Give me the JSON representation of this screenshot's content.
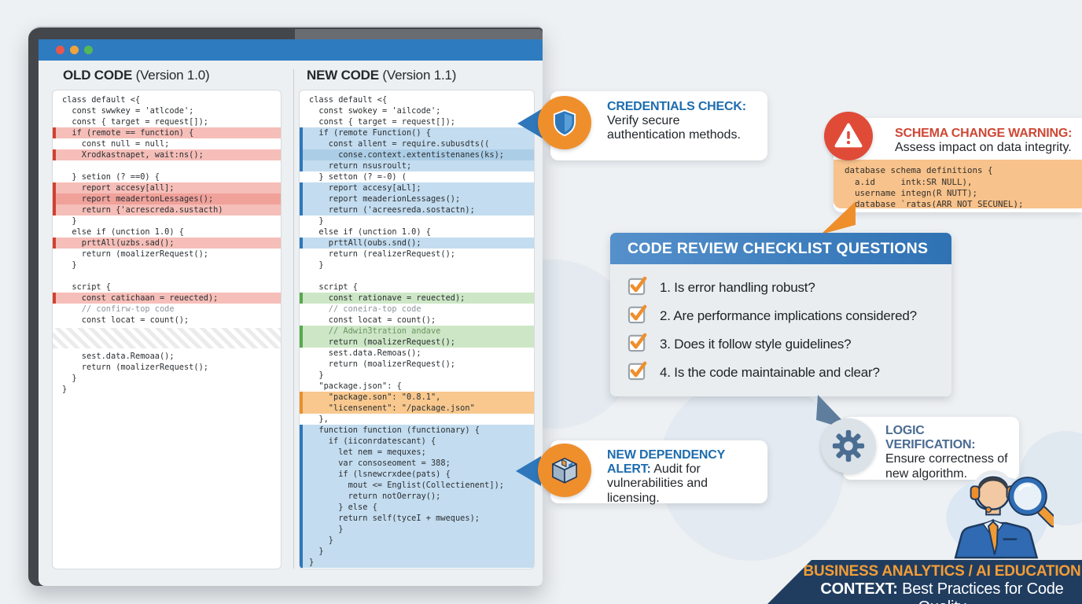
{
  "window": {
    "titlebar": {
      "dot_colors": [
        "#e8574c",
        "#f0a33c",
        "#53b958"
      ]
    },
    "old_panel": {
      "heading_bold": "OLD CODE",
      "heading_rest": " (Version 1.0)",
      "lines": [
        {
          "t": "class default <{"
        },
        {
          "t": "  const swwkey = 'atlcode';"
        },
        {
          "t": "  const { target = request[]);"
        },
        {
          "t": "  if (remote == function) {",
          "h": "red"
        },
        {
          "t": "    const null = null;"
        },
        {
          "t": "    Xrodkastnapet, wait:ns();",
          "h": "red"
        },
        {
          "t": ""
        },
        {
          "t": "  } setion (? ==0) {"
        },
        {
          "t": "    report accesy[all];",
          "h": "red"
        },
        {
          "t": "    report meadertonLessages();",
          "h": "red2"
        },
        {
          "t": "    return {'acrescreda.sustacth)",
          "h": "red"
        },
        {
          "t": "  }"
        },
        {
          "t": "  else if (unction 1.0) {"
        },
        {
          "t": "    prttAll(uzbs.sad();",
          "h": "red"
        },
        {
          "t": "    return (moalizerRequest();"
        },
        {
          "t": "  }"
        },
        {
          "t": ""
        },
        {
          "t": "  script {"
        },
        {
          "t": "    const catichaan = reuected);",
          "h": "red"
        },
        {
          "t": "    // confirw-top code",
          "c": "comment"
        },
        {
          "t": "    const locat = count();"
        },
        {
          "t": "",
          "h": "hatch"
        },
        {
          "t": "    sest.data.Remoaa();"
        },
        {
          "t": "    return (moalizerRequest();"
        },
        {
          "t": "  }"
        },
        {
          "t": "}"
        }
      ]
    },
    "new_panel": {
      "heading_bold": "NEW CODE",
      "heading_rest": " (Version 1.1)",
      "lines": [
        {
          "t": "class default <{"
        },
        {
          "t": "  const swokey = 'ailcode';"
        },
        {
          "t": "  const { target = request[]);"
        },
        {
          "t": "  if (remote Function() {",
          "h": "blue"
        },
        {
          "t": "    const allent = require.subusdts((",
          "h": "blue"
        },
        {
          "t": "      conse.context.extentistenanes(ks);",
          "h": "blue2"
        },
        {
          "t": "    return nsusroult;",
          "h": "blue"
        },
        {
          "t": "  } setton (? =-0) ("
        },
        {
          "t": "    report accesy[aLl];",
          "h": "blue"
        },
        {
          "t": "    report meaderionLessages();",
          "h": "blue"
        },
        {
          "t": "    return ('acreesreda.sostactn);",
          "h": "blue"
        },
        {
          "t": "  }"
        },
        {
          "t": "  else if (unction 1.0) {"
        },
        {
          "t": "    prttAll(oubs.snd();",
          "h": "blue"
        },
        {
          "t": "    return (realizerRequest();"
        },
        {
          "t": "  }"
        },
        {
          "t": ""
        },
        {
          "t": "  script {"
        },
        {
          "t": "    const rationave = reuected);",
          "h": "green"
        },
        {
          "t": "    // coneira-top code",
          "c": "comment"
        },
        {
          "t": "    const locat = count();"
        },
        {
          "t": "    // Adwin3tration andave",
          "h": "green",
          "c": "greencomment"
        },
        {
          "t": "    return (moalizerRequest();",
          "h": "green"
        },
        {
          "t": "    sest.data.Remoas();"
        },
        {
          "t": "    return (moalizerRequest();"
        },
        {
          "t": "  }"
        },
        {
          "t": "  \"package.json\": {"
        },
        {
          "t": "    \"package.son\": \"0.8.1\",",
          "h": "orange"
        },
        {
          "t": "    \"licensenent\": \"/package.json\"",
          "h": "orange"
        },
        {
          "t": "  },"
        },
        {
          "t": "  function function (functionary) {",
          "h": "blue"
        },
        {
          "t": "    if (iiconrdatescant) {",
          "h": "blue"
        },
        {
          "t": "      let nem = mequxes;",
          "h": "blue"
        },
        {
          "t": "      var consoseoment = 388;",
          "h": "blue"
        },
        {
          "t": "      if (lsnewcrxdee(pats) {",
          "h": "blue"
        },
        {
          "t": "        mout <= Englist(Collectienent]);",
          "h": "blue"
        },
        {
          "t": "        return notOerray();",
          "h": "blue"
        },
        {
          "t": "      } else {",
          "h": "blue"
        },
        {
          "t": "      return self(tyceI + mweques);",
          "h": "blue"
        },
        {
          "t": "      }",
          "h": "blue"
        },
        {
          "t": "    }",
          "h": "blue"
        },
        {
          "t": "  }",
          "h": "blue"
        },
        {
          "t": "}",
          "h": "blue"
        }
      ]
    }
  },
  "callouts": {
    "credentials": {
      "title": "CREDENTIALS CHECK:",
      "body": " Verify secure authentication methods.",
      "icon": "shield-icon",
      "accent": "#1d6cae"
    },
    "schema": {
      "title": "SCHEMA CHANGE WARNING:",
      "body": " Assess impact on data integrity.",
      "icon": "warning-icon",
      "accent": "#ce4734",
      "code": [
        "database schema definitions {",
        "  a.id     intk:SR NULL),",
        "  username integn(R NUTT);",
        "  database `ratas(ARR NOT SECUNEL);"
      ]
    },
    "checklist": {
      "title": "CODE REVIEW CHECKLIST QUESTIONS",
      "items": [
        "1. Is error handling robust?",
        "2. Are performance implications considered?",
        "3. Does it follow style guidelines?",
        "4. Is the code maintainable and clear?"
      ],
      "accent": "#ef8f2c"
    },
    "dependency": {
      "title": "NEW DEPENDENCY ALERT:",
      "body": " Audit for vulnerabilities and licensing.",
      "icon": "package-icon",
      "accent": "#1d6cae"
    },
    "logic": {
      "title": "LOGIC VERIFICATION:",
      "body": " Ensure correctness of new algorithm.",
      "icon": "gear-icon",
      "accent": "#4a6b92"
    }
  },
  "banner": {
    "line1": "BUSINESS ANALYTICS / AI EDUCATION",
    "line2_bold": "CONTEXT:",
    "line2_rest": " Best Practices for Code Quality",
    "bg": "#203d60",
    "accent": "#f29d37"
  }
}
